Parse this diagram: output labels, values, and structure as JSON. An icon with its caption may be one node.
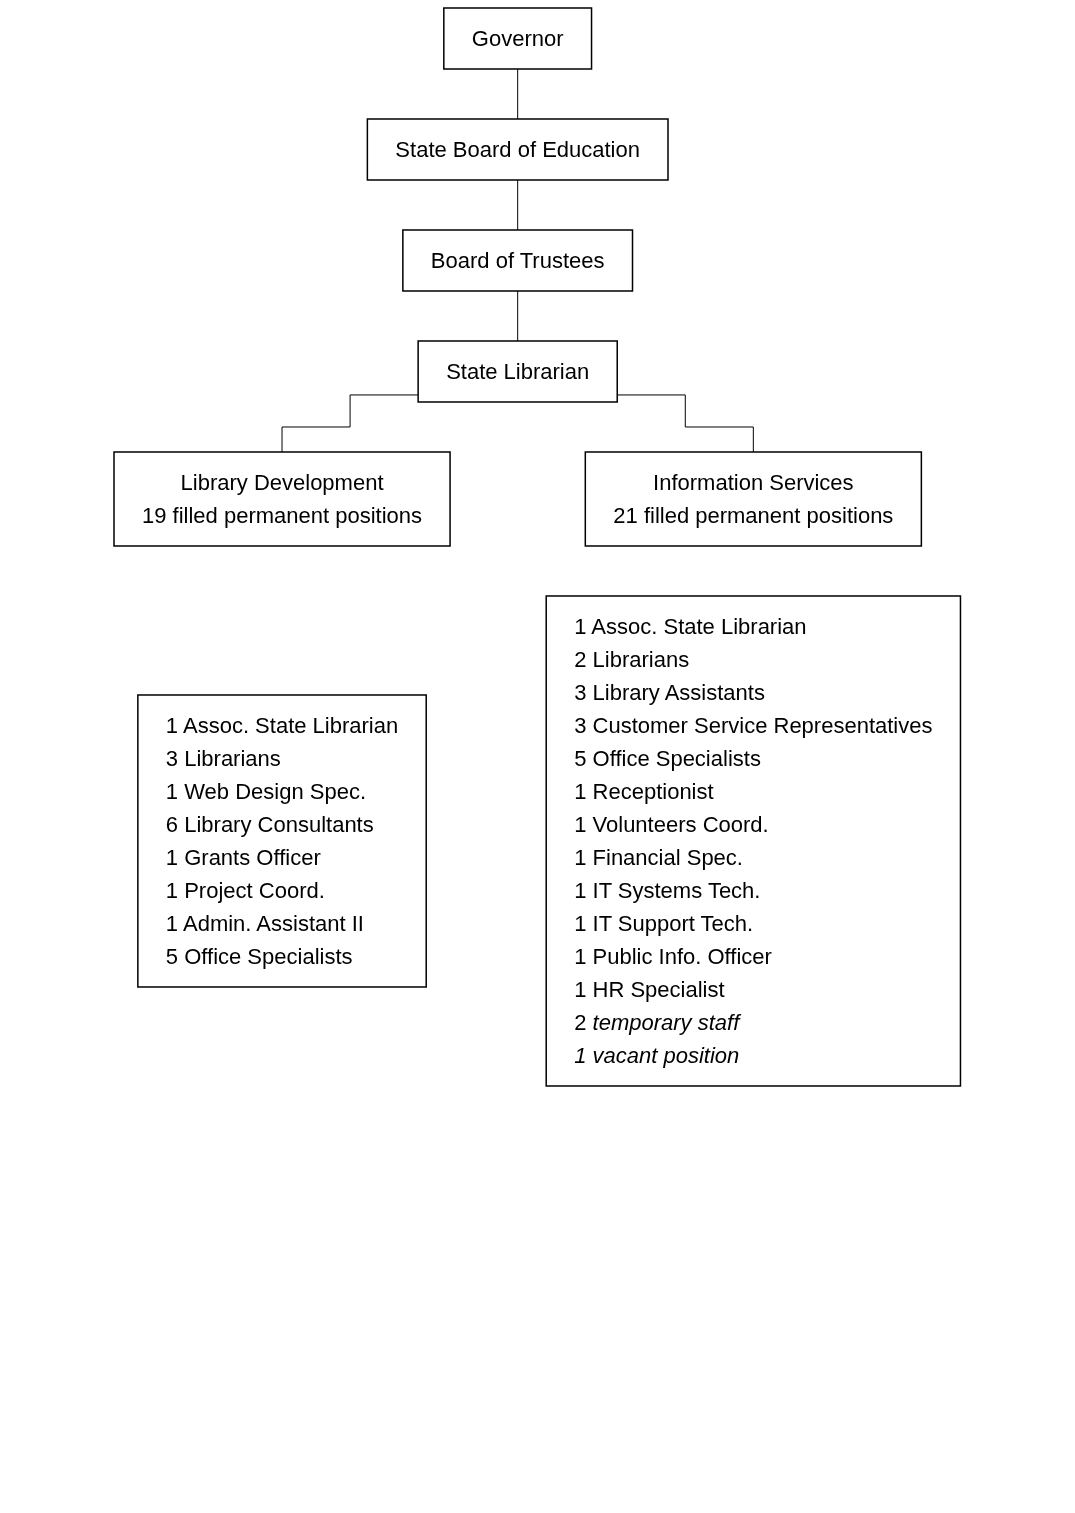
{
  "diagram": {
    "nodes": [
      {
        "text": [
          "Governor"
        ]
      },
      {
        "text": [
          "State Board of Education"
        ]
      },
      {
        "text": [
          "Board of Trustees"
        ]
      },
      {
        "text": [
          "State Librarian"
        ]
      },
      {
        "text": [
          "Library Development",
          "19 filled permanent positions"
        ]
      },
      {
        "text": [
          "Information Services",
          "21 filled permanent positions"
        ]
      },
      {
        "text": [
          "1 Assoc. State Librarian",
          "3 Librarians",
          "1 Web Design Spec.",
          "6 Library Consultants",
          "1 Grants Officer",
          "1 Project Coord.",
          "1 Admin. Assistant II",
          "5 Office Specialists"
        ]
      },
      {
        "text": [
          "1 Assoc. State Librarian",
          "2 Librarians",
          "3 Library Assistants",
          "3 Customer Service Representatives",
          "5 Office Specialists",
          "1 Receptionist",
          "1 Volunteers Coord.",
          "1 Financial Spec.",
          "1 IT Systems Tech.",
          "1 IT Support Tech.",
          "1 Public Info. Officer",
          "1 HR Specialist",
          "2 *temporary staff*",
          "*1  vacant position*"
        ]
      }
    ],
    "edges": [
      {
        "from": 0,
        "to": 1,
        "arrow": "none"
      },
      {
        "from": 1,
        "to": 2,
        "arrow": "none"
      },
      {
        "from": 2,
        "to": 3,
        "arrow": "none"
      },
      {
        "from": 3,
        "to": 4,
        "arrow": "none"
      },
      {
        "from": 3,
        "to": 5,
        "arrow": "none"
      }
    ]
  }
}
